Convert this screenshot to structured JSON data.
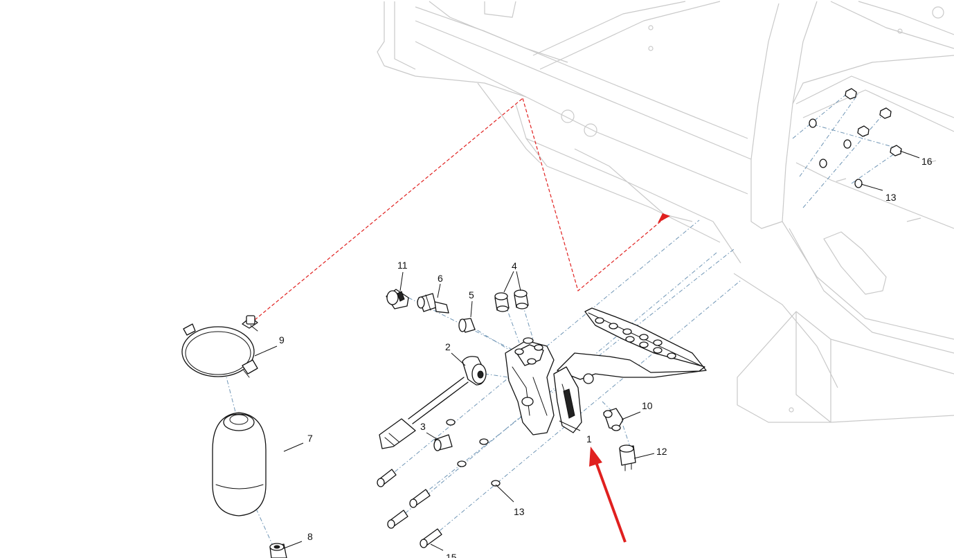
{
  "colors": {
    "highlight": "#e0201f",
    "explode_axis": "#6f95b5",
    "ghost_outline": "#c9c9c9",
    "part_outline": "#111111"
  },
  "callouts": {
    "c1": "1",
    "c2": "2",
    "c3": "3",
    "c4": "4",
    "c5": "5",
    "c6": "6",
    "c7": "7",
    "c8": "8",
    "c9": "9",
    "c10": "10",
    "c11": "11",
    "c12": "12",
    "c13a": "13",
    "c13b": "13",
    "c15": "15",
    "c16": "16"
  },
  "icons": {
    "arrow": "red-pointer-arrow"
  }
}
